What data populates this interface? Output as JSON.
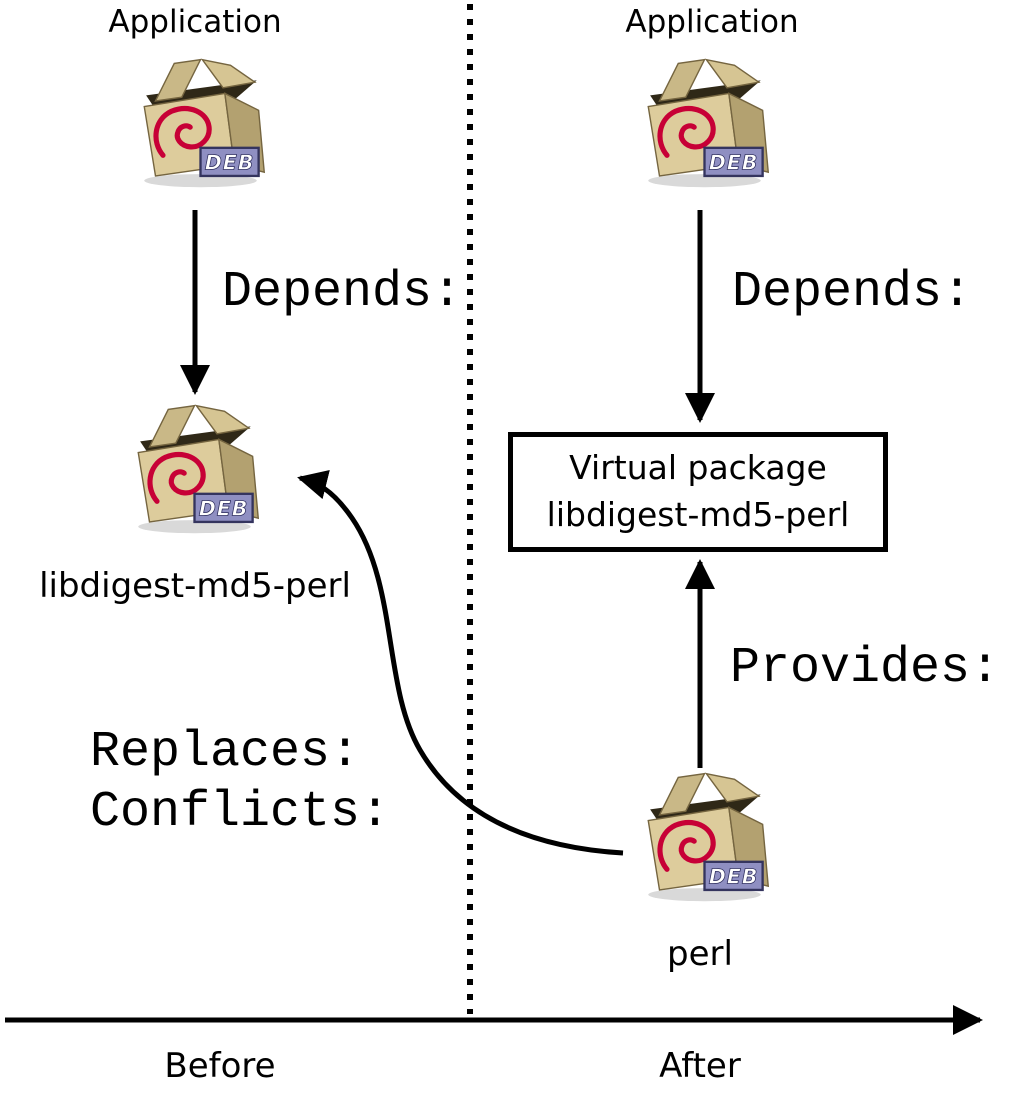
{
  "left": {
    "app_label": "Application",
    "depends_label": "Depends:",
    "package_label": "libdigest-md5-perl",
    "replaces_label": "Replaces:",
    "conflicts_label": "Conflicts:",
    "axis_label": "Before"
  },
  "right": {
    "app_label": "Application",
    "depends_label": "Depends:",
    "virtual_package": {
      "line1": "Virtual package",
      "line2": "libdigest-md5-perl"
    },
    "provides_label": "Provides:",
    "package_label": "perl",
    "axis_label": "After"
  },
  "icon": {
    "deb_label": "DEB"
  },
  "colors": {
    "debian_red": "#c70036",
    "box_tan": "#ddcc9c",
    "box_side": "#b3a170",
    "badge_blue": "#8f8fc2",
    "arrow": "#000000"
  }
}
